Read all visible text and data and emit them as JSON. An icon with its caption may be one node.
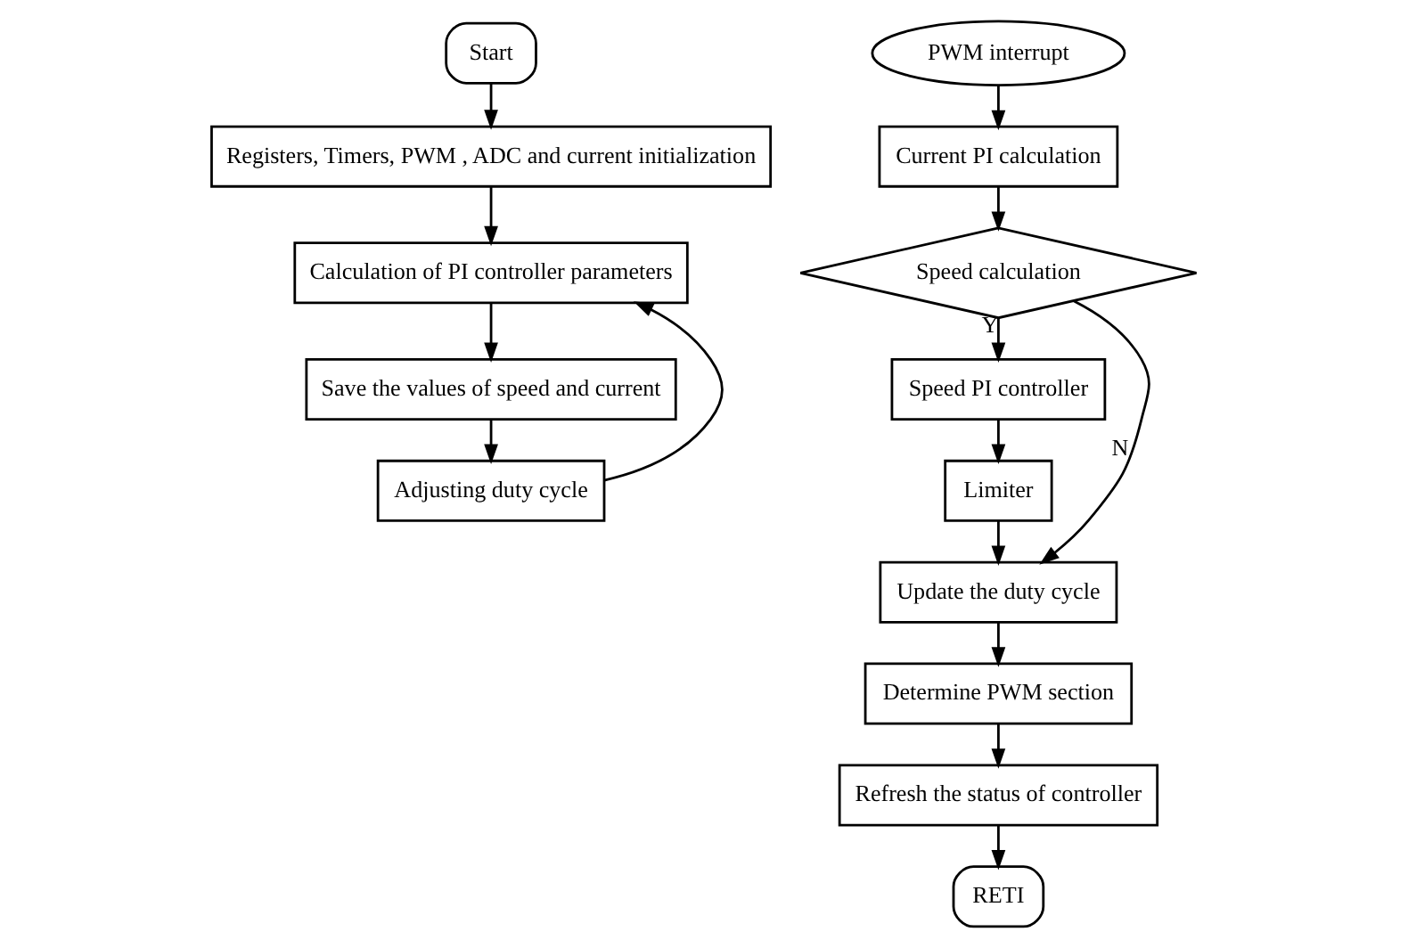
{
  "diagram": {
    "nodes": [
      {
        "text": [
          "Start"
        ]
      },
      {
        "text": [
          "Registers, Timers, PWM , ADC and current initialization"
        ]
      },
      {
        "text": [
          "Calculation of PI controller parameters"
        ]
      },
      {
        "text": [
          "Save the values of speed and current"
        ]
      },
      {
        "text": [
          "Adjusting duty cycle"
        ]
      },
      {
        "text": [
          "PWM interrupt"
        ]
      },
      {
        "text": [
          "Current PI calculation"
        ]
      },
      {
        "text": [
          "Speed calculation"
        ]
      },
      {
        "text": [
          "Speed PI controller"
        ]
      },
      {
        "text": [
          "Limiter"
        ]
      },
      {
        "text": [
          "Update the duty cycle"
        ]
      },
      {
        "text": [
          "Determine PWM section"
        ]
      },
      {
        "text": [
          "Refresh the status of controller"
        ]
      },
      {
        "text": [
          "RETI"
        ]
      }
    ],
    "edges": [
      {
        "from": 0,
        "to": 1,
        "arrow": "to"
      },
      {
        "from": 1,
        "to": 2,
        "arrow": "to"
      },
      {
        "from": 2,
        "to": 3,
        "arrow": "to"
      },
      {
        "from": 3,
        "to": 4,
        "arrow": "to"
      },
      {
        "from": 4,
        "to": 2,
        "arrow": "to"
      },
      {
        "from": 5,
        "to": 6,
        "arrow": "to"
      },
      {
        "from": 6,
        "to": 7,
        "arrow": "to"
      },
      {
        "from": 7,
        "to": 8,
        "arrow": "to",
        "label": "Y"
      },
      {
        "from": 7,
        "to": 10,
        "arrow": "to",
        "label": "N"
      },
      {
        "from": 8,
        "to": 9,
        "arrow": "to"
      },
      {
        "from": 9,
        "to": 10,
        "arrow": "to"
      },
      {
        "from": 10,
        "to": 11,
        "arrow": "to"
      },
      {
        "from": 11,
        "to": 12,
        "arrow": "to"
      },
      {
        "from": 12,
        "to": 13,
        "arrow": "to"
      }
    ]
  }
}
